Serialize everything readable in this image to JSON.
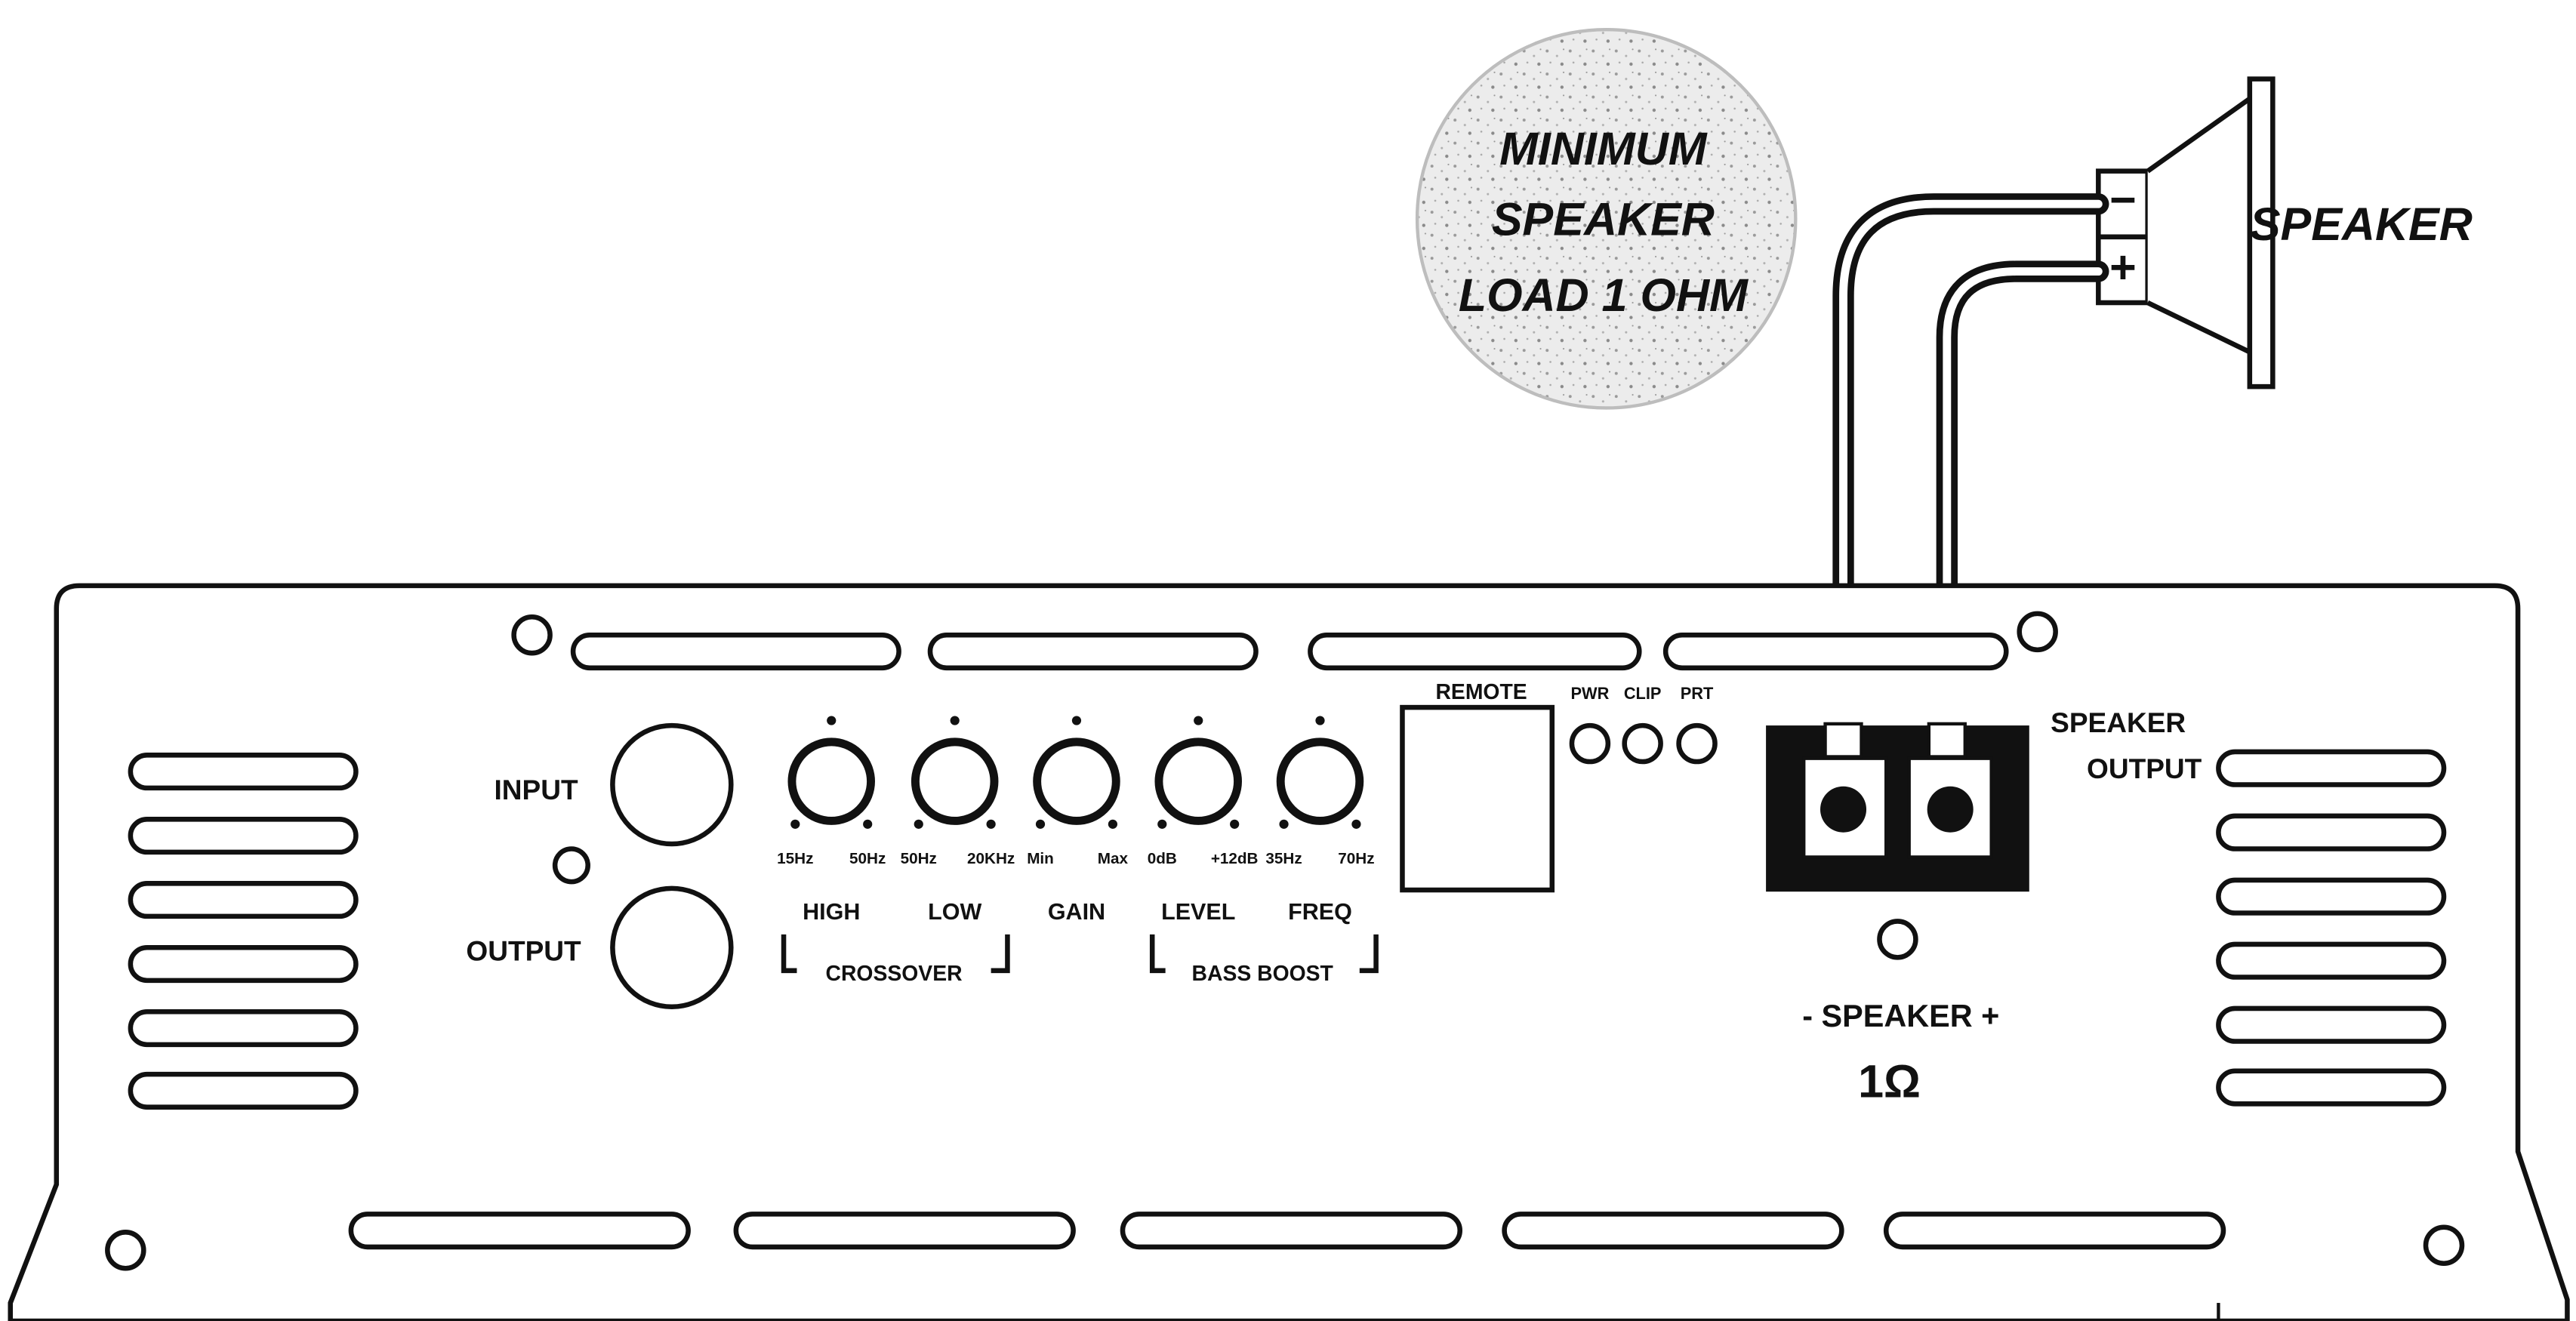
{
  "badge": {
    "line1": "MINIMUM",
    "line2": "SPEAKER",
    "line3": "LOAD 1 OHM"
  },
  "speaker": {
    "label": "SPEAKER",
    "minus": "−",
    "plus": "+"
  },
  "panel": {
    "input": "INPUT",
    "output": "OUTPUT",
    "remote": "REMOTE",
    "pwr": "PWR",
    "clip": "CLIP",
    "prt": "PRT",
    "speaker_output_1": "SPEAKER",
    "speaker_output_2": "OUTPUT",
    "terminal_label": "- SPEAKER +",
    "impedance": "1Ω"
  },
  "knobs": [
    {
      "name": "HIGH",
      "min": "15Hz",
      "max": "50Hz"
    },
    {
      "name": "LOW",
      "min": "50Hz",
      "max": "20KHz"
    },
    {
      "name": "GAIN",
      "min": "Min",
      "max": "Max"
    },
    {
      "name": "LEVEL",
      "min": "0dB",
      "max": "+12dB"
    },
    {
      "name": "FREQ",
      "min": "35Hz",
      "max": "70Hz"
    }
  ],
  "groups": {
    "crossover": "CROSSOVER",
    "bass_boost": "BASS BOOST"
  }
}
